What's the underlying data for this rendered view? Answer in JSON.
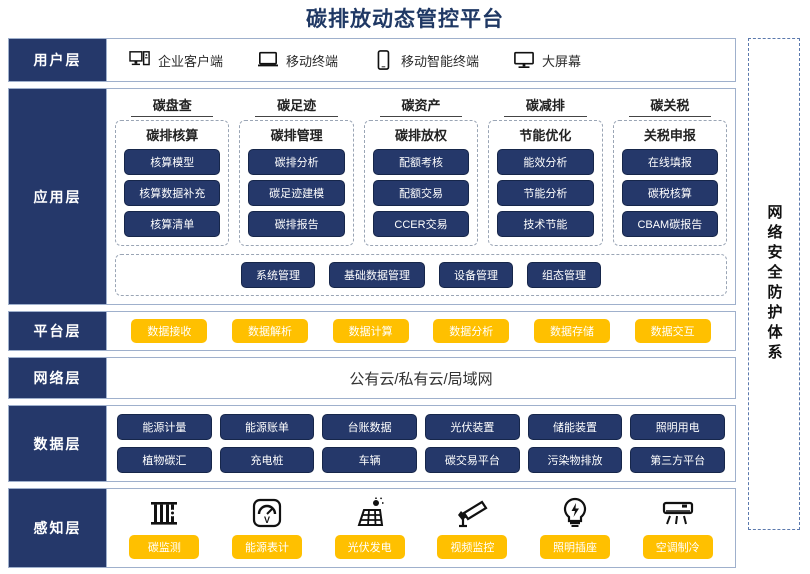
{
  "title": "碳排放动态管控平台",
  "colors": {
    "navy": "#25386a",
    "yellow": "#ffc000",
    "title": "#1f3864"
  },
  "security_sidebar": {
    "label": "网络安全防护体系"
  },
  "layers": {
    "user": {
      "label": "用户层",
      "items": [
        {
          "icon": "desktop-tower-icon",
          "label": "企业客户端"
        },
        {
          "icon": "laptop-icon",
          "label": "移动终端"
        },
        {
          "icon": "smartphone-icon",
          "label": "移动智能终端"
        },
        {
          "icon": "monitor-icon",
          "label": "大屏幕"
        }
      ]
    },
    "application": {
      "label": "应用层",
      "columns": [
        {
          "title": "碳盘查",
          "subtitle": "碳排核算",
          "items": [
            "核算模型",
            "核算数据补充",
            "核算清单"
          ]
        },
        {
          "title": "碳足迹",
          "subtitle": "碳排管理",
          "items": [
            "碳排分析",
            "碳足迹建模",
            "碳排报告"
          ]
        },
        {
          "title": "碳资产",
          "subtitle": "碳排放权",
          "items": [
            "配额考核",
            "配额交易",
            "CCER交易"
          ]
        },
        {
          "title": "碳减排",
          "subtitle": "节能优化",
          "items": [
            "能效分析",
            "节能分析",
            "技术节能"
          ]
        },
        {
          "title": "碳关税",
          "subtitle": "关税申报",
          "items": [
            "在线填报",
            "碳税核算",
            "CBAM碳报告"
          ]
        }
      ],
      "system_items": [
        "系统管理",
        "基础数据管理",
        "设备管理",
        "组态管理"
      ]
    },
    "platform": {
      "label": "平台层",
      "items": [
        "数据接收",
        "数据解析",
        "数据计算",
        "数据分析",
        "数据存储",
        "数据交互"
      ]
    },
    "network": {
      "label": "网络层",
      "text": "公有云/私有云/局域网"
    },
    "data": {
      "label": "数据层",
      "row1": [
        "能源计量",
        "能源账单",
        "台账数据",
        "光伏装置",
        "储能装置",
        "照明用电"
      ],
      "row2": [
        "植物碳汇",
        "充电桩",
        "车辆",
        "碳交易平台",
        "污染物排放",
        "第三方平台"
      ]
    },
    "sensing": {
      "label": "感知层",
      "items": [
        {
          "icon": "carbon-monitor-icon",
          "label": "碳监测"
        },
        {
          "icon": "energy-meter-icon",
          "label": "能源表计"
        },
        {
          "icon": "solar-panel-icon",
          "label": "光伏发电"
        },
        {
          "icon": "cctv-camera-icon",
          "label": "视频监控"
        },
        {
          "icon": "light-bulb-icon",
          "label": "照明插座"
        },
        {
          "icon": "air-conditioner-icon",
          "label": "空调制冷"
        }
      ]
    }
  }
}
